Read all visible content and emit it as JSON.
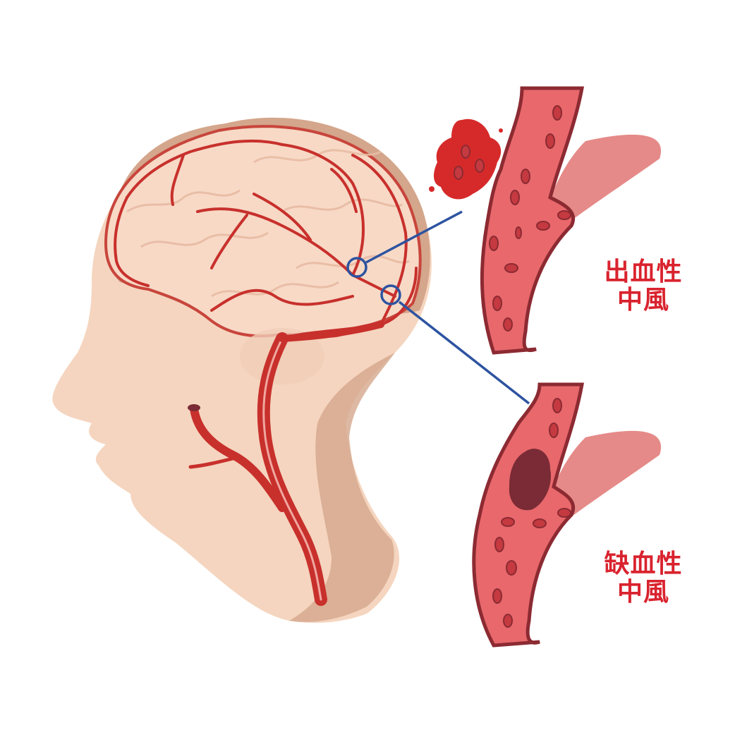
{
  "diagram": {
    "subject": "stroke types",
    "labels": {
      "hemorrhagic": {
        "line1": "出血性",
        "line2": "中風"
      },
      "ischemic": {
        "line1": "缺血性",
        "line2": "中風"
      }
    },
    "colors": {
      "label_red": "#d9232e",
      "skin": "#f5d5bf",
      "skin_shadow": "#d4a68c",
      "brain": "#f7d9c6",
      "vessel": "#d33a35",
      "vessel_dark": "#8c2a32",
      "vessel_inner": "#ea6a6e",
      "callout_line": "#2d53a0",
      "clot": "#7a2b35"
    }
  }
}
